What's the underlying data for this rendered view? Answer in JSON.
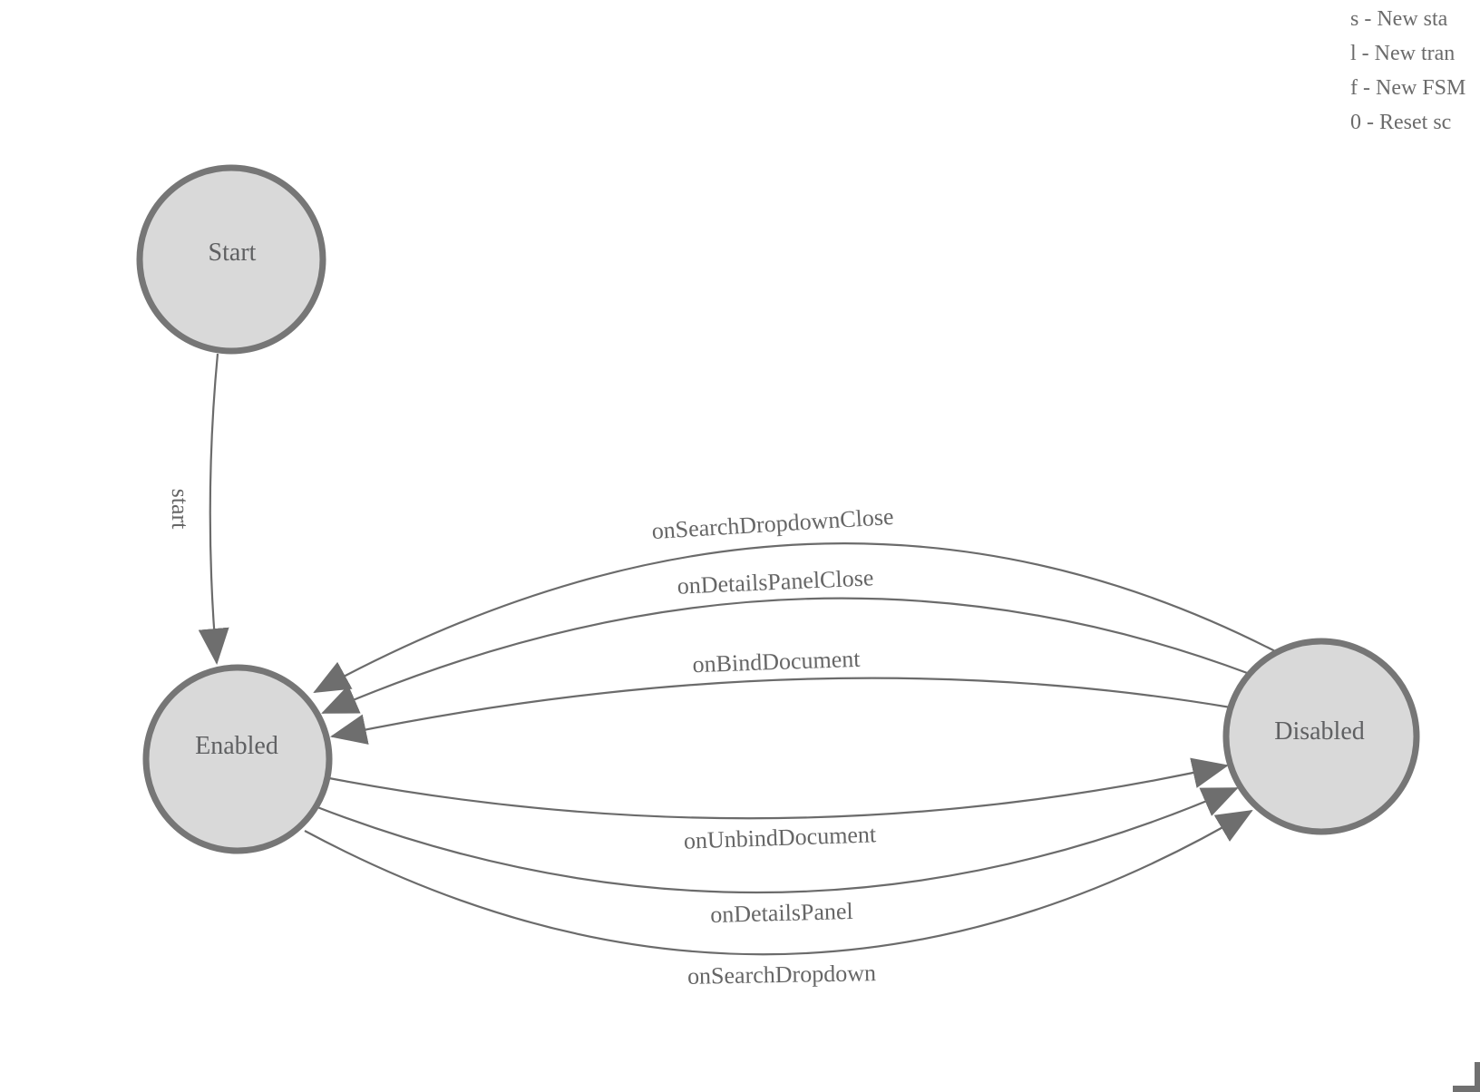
{
  "legend": {
    "lines": [
      "s - New sta",
      "l - New tran",
      "f - New FSM",
      "0 - Reset sc"
    ]
  },
  "states": [
    {
      "label": "Start"
    },
    {
      "label": "Enabled"
    },
    {
      "label": "Disabled"
    }
  ],
  "transitions": [
    {
      "label": "start"
    },
    {
      "label": "onSearchDropdownClose"
    },
    {
      "label": "onDetailsPanelClose"
    },
    {
      "label": "onBindDocument"
    },
    {
      "label": "onUnbindDocument"
    },
    {
      "label": "onDetailsPanel"
    },
    {
      "label": "onSearchDropdown"
    }
  ],
  "colors": {
    "node_fill": "#d9d9d9",
    "node_stroke": "#767676",
    "edge_stroke": "#6b6b6b",
    "arrowhead": "#6e6e6e",
    "label_text": "#666666",
    "legend_text": "#6b6b6b"
  }
}
